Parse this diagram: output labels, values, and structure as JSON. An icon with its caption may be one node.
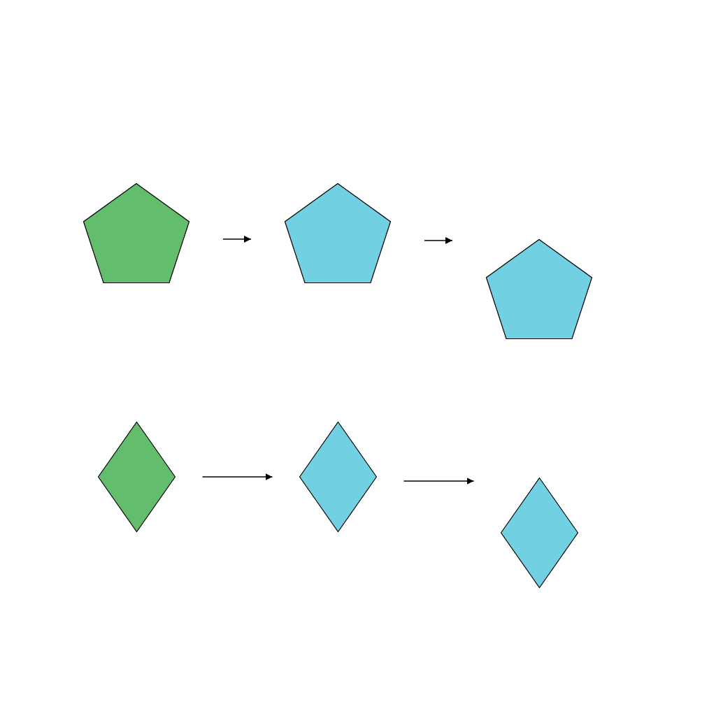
{
  "diagram": {
    "nodes": [
      {
        "text": [],
        "shape": "pentagon"
      },
      {
        "text": [],
        "shape": "pentagon"
      },
      {
        "text": [],
        "shape": "pentagon"
      },
      {
        "text": [],
        "shape": "diamond"
      },
      {
        "text": [],
        "shape": "diamond"
      },
      {
        "text": [],
        "shape": "diamond"
      }
    ],
    "edges": [
      {
        "from": 0,
        "to": 1,
        "arrow": "to"
      },
      {
        "from": 1,
        "to": 2,
        "arrow": "to"
      },
      {
        "from": 3,
        "to": 4,
        "arrow": "to"
      },
      {
        "from": 4,
        "to": 5,
        "arrow": "to"
      }
    ]
  }
}
